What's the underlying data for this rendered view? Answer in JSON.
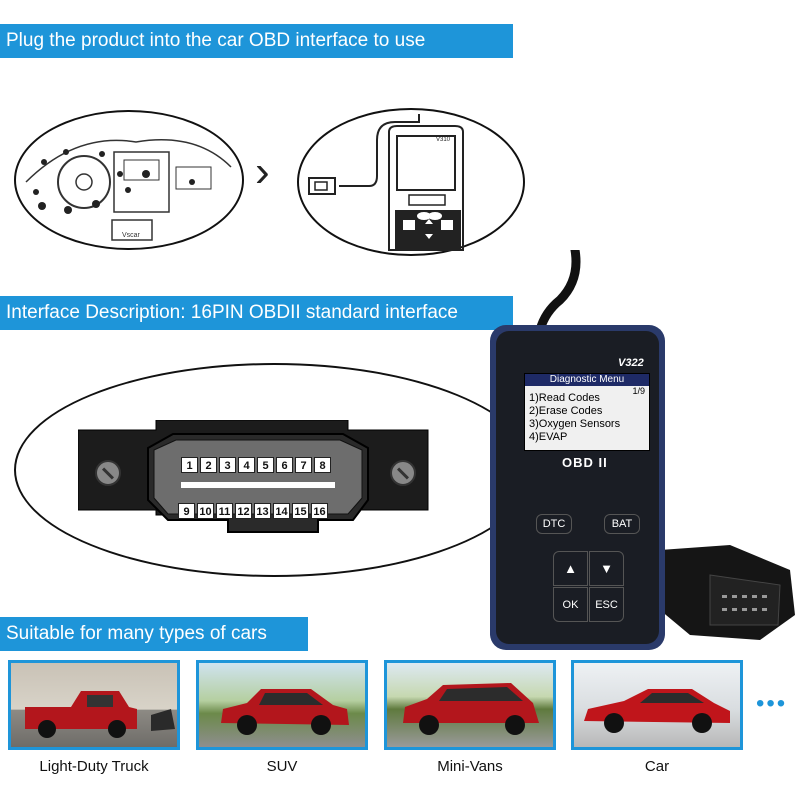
{
  "banners": {
    "plug": "Plug the product into the car OBD interface to use",
    "interface": "Interface Description: 16PIN OBDII standard interface",
    "suitable": "Suitable for many types of cars"
  },
  "step_arrow": "›",
  "device": {
    "model": "V322",
    "small_model": "V310",
    "menu_title": "Diagnostic Menu",
    "page": "1/9",
    "menu_items": [
      "1)Read Codes",
      "2)Erase Codes",
      "3)Oxygen Sensors",
      "4)EVAP"
    ],
    "brand": "OBD II",
    "buttons": {
      "dtc": "DTC",
      "bat": "BAT",
      "up": "▲",
      "down": "▼",
      "ok": "OK",
      "esc": "ESC"
    }
  },
  "connector": {
    "top_pins": [
      "1",
      "2",
      "3",
      "4",
      "5",
      "6",
      "7",
      "8"
    ],
    "bottom_pins": [
      "9",
      "10",
      "11",
      "12",
      "13",
      "14",
      "15",
      "16"
    ]
  },
  "dashboard_label": "Vscar",
  "cars": [
    {
      "label": "Light-Duty Truck",
      "color": "#b3161c"
    },
    {
      "label": "SUV",
      "color": "#b3161c"
    },
    {
      "label": "Mini-Vans",
      "color": "#b3161c"
    },
    {
      "label": "Car",
      "color": "#c0151b"
    }
  ],
  "more_dots": "•••",
  "colors": {
    "banner": "#1e95d9",
    "device_body": "#1a1d24",
    "device_trim": "#2a3a6a",
    "screen_bg": "#f0f0f0"
  }
}
